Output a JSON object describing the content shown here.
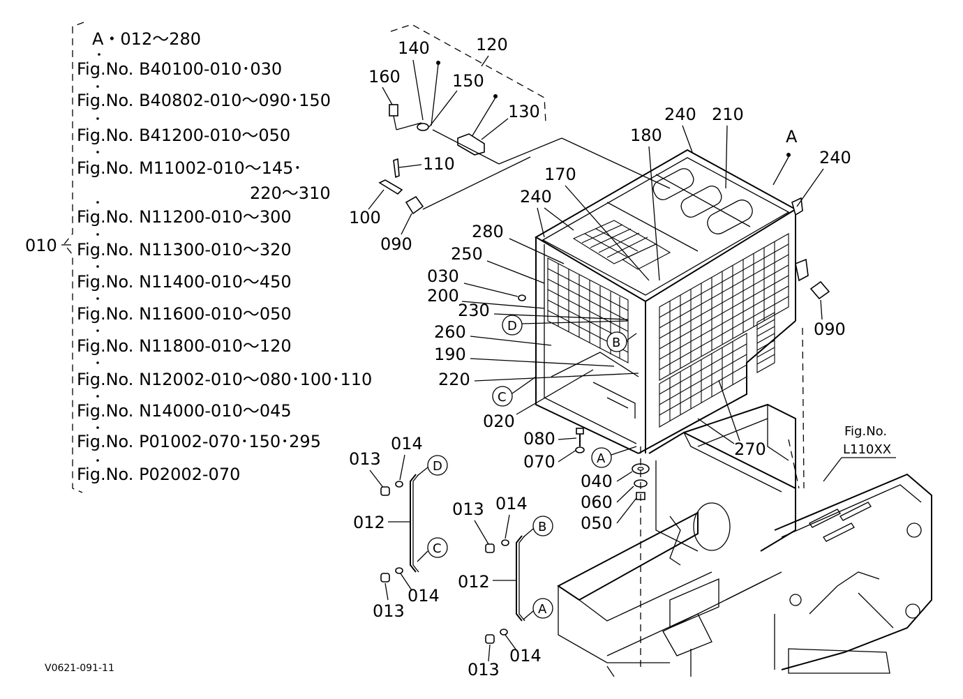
{
  "reference_list": {
    "header": "A・012～280",
    "bracket_label": "010",
    "entries": [
      "Fig.No.  B40100-010･030",
      "Fig.No.  B40802-010～090･150",
      "Fig.No.  B41200-010～050",
      "Fig.No.  M11002-010～145･",
      "220～310",
      "Fig.No.  N11200-010～300",
      "Fig.No.  N11300-010～320",
      "Fig.No.  N11400-010～450",
      "Fig.No.  N11600-010～050",
      "Fig.No.  N11800-010～120",
      "Fig.No.  N12002-010～080･100･110",
      "Fig.No.  N14000-010～045",
      "Fig.No.  P01002-070･150･295",
      "Fig.No.  P02002-070"
    ]
  },
  "callouts": {
    "c120": "120",
    "c140": "140",
    "c150": "150",
    "c160": "160",
    "c130": "130",
    "c110": "110",
    "c100": "100",
    "c090a": "090",
    "c090b": "090",
    "c240a": "240",
    "c210": "210",
    "c180": "180",
    "cA_top": "A",
    "c240b": "240",
    "c170": "170",
    "c240c": "240",
    "c280": "280",
    "c250": "250",
    "c030": "030",
    "c200": "200",
    "c230": "230",
    "c260": "260",
    "c190": "190",
    "c220": "220",
    "c020": "020",
    "c080": "080",
    "c070": "070",
    "c040": "040",
    "c060": "060",
    "c050": "050",
    "c270": "270",
    "c013a": "013",
    "c014a": "014",
    "c012a": "012",
    "c013b": "013",
    "c014b": "014",
    "c013c": "013",
    "c014c": "014",
    "c012b": "012",
    "c013d": "013",
    "c014d": "014"
  },
  "circle_letters": {
    "D1": "D",
    "B1": "B",
    "C1": "C",
    "A1": "A",
    "D2": "D",
    "C2": "C",
    "B2": "B",
    "A2": "A"
  },
  "fig_ref": {
    "line1": "Fig.No.",
    "line2": "L110XX"
  },
  "drawing_code": "V0621-091-11"
}
